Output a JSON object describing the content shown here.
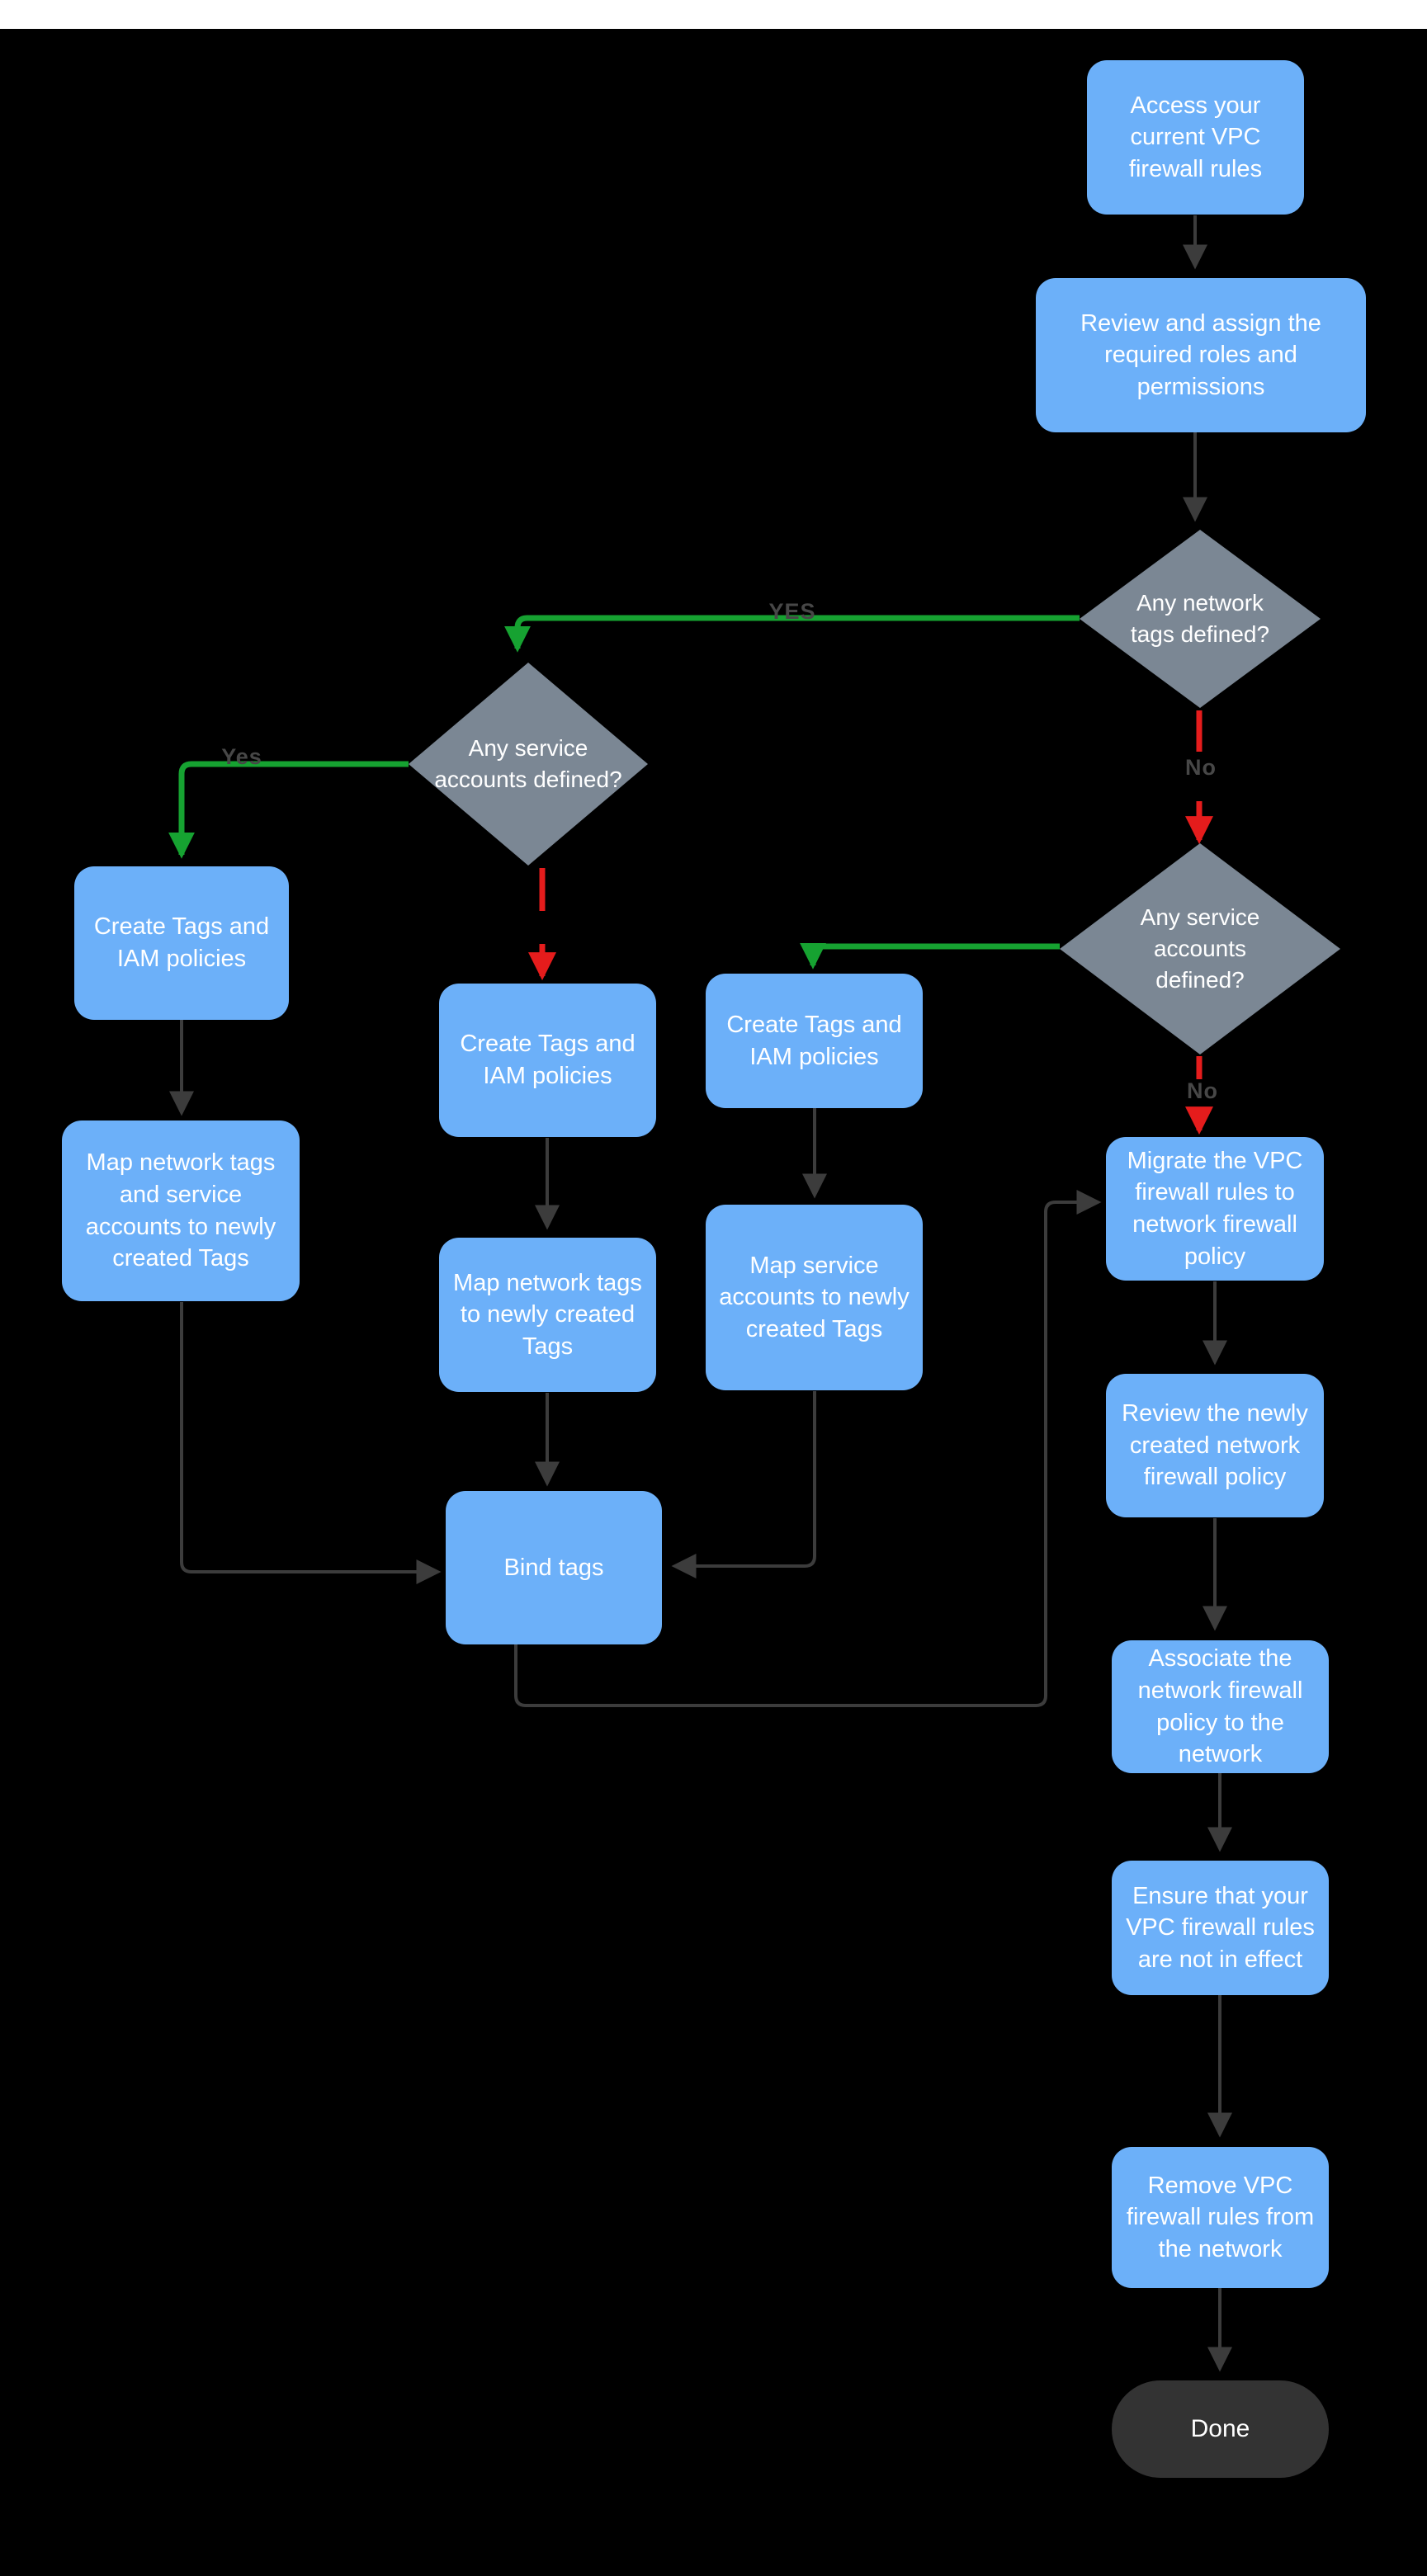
{
  "canvas": {
    "background": "#000000",
    "top_strip_color": "#ffffff"
  },
  "colors": {
    "process_fill": "#6cb0f9",
    "process_text": "#ffffff",
    "decision_fill": "#7b8794",
    "terminator_fill": "#333333",
    "edge_default": "#3c3c3c",
    "edge_yes_green": "#16a231",
    "edge_no_red": "#e51c1c",
    "edge_label_text": "#474747"
  },
  "flowchart": {
    "nodes": [
      {
        "id": "access",
        "type": "process",
        "label": "Access your current VPC firewall rules"
      },
      {
        "id": "review-roles",
        "type": "process",
        "label": "Review and assign the required roles and permissions"
      },
      {
        "id": "network-tags-defined",
        "type": "decision",
        "label": "Any network tags defined?"
      },
      {
        "id": "service-accounts-defined-left",
        "type": "decision",
        "label": "Any service accounts defined?"
      },
      {
        "id": "create-tags-left",
        "type": "process",
        "label": "Create Tags and IAM policies"
      },
      {
        "id": "map-network-tags-and-service-accounts",
        "type": "process",
        "label": "Map network tags and service accounts to newly created Tags"
      },
      {
        "id": "create-tags-middle",
        "type": "process",
        "label": "Create Tags and IAM policies"
      },
      {
        "id": "map-network-tags",
        "type": "process",
        "label": "Map network tags to newly created Tags"
      },
      {
        "id": "bind-tags",
        "type": "process",
        "label": "Bind tags"
      },
      {
        "id": "create-tags-right",
        "type": "process",
        "label": "Create Tags and IAM policies"
      },
      {
        "id": "map-service-accounts",
        "type": "process",
        "label": "Map service accounts  to newly created Tags"
      },
      {
        "id": "service-accounts-defined-right",
        "type": "decision",
        "label": "Any service accounts defined?"
      },
      {
        "id": "migrate-rules",
        "type": "process",
        "label": "Migrate the VPC firewall rules to network firewall policy"
      },
      {
        "id": "review-policy",
        "type": "process",
        "label": "Review the newly created network firewall policy"
      },
      {
        "id": "associate-policy",
        "type": "process",
        "label": "Associate the network firewall policy to the network"
      },
      {
        "id": "ensure-not-in-effect",
        "type": "process",
        "label": "Ensure that your VPC firewall rules are not in effect"
      },
      {
        "id": "remove-rules",
        "type": "process",
        "label": "Remove  VPC firewall rules from the network"
      },
      {
        "id": "done",
        "type": "terminator",
        "label": "Done"
      }
    ],
    "edge_labels": [
      {
        "id": "yes-network-tags",
        "label": "YES"
      },
      {
        "id": "yes-service-accounts-left",
        "label": "Yes"
      },
      {
        "id": "no-network-tags",
        "label": "No"
      },
      {
        "id": "no-service-accounts-right",
        "label": "No"
      }
    ]
  }
}
